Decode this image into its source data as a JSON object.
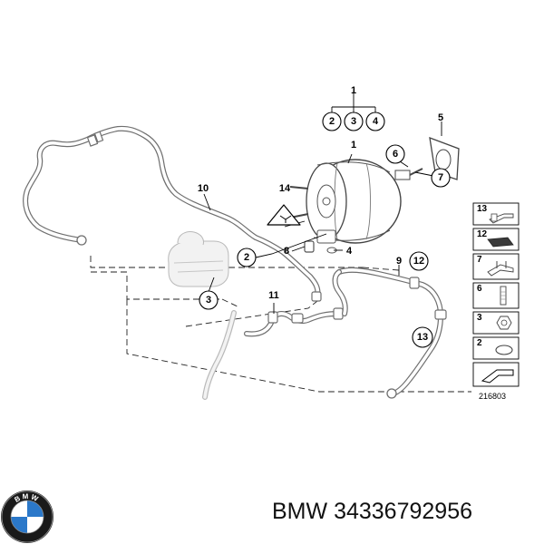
{
  "diagram": {
    "callouts": {
      "c1_top": "1",
      "c2_sub": "2",
      "c3_sub": "3",
      "c4_sub": "4",
      "c5": "5",
      "c1_booster": "1",
      "c6": "6",
      "c7": "7",
      "c10": "10",
      "c14": "14",
      "c2": "2",
      "c8": "8",
      "c4": "4",
      "c3": "3",
      "c11": "11",
      "c9": "9",
      "c12": "12",
      "c13": "13"
    },
    "legend": [
      "13",
      "12",
      "7",
      "6",
      "3",
      "2"
    ],
    "drawing_number": "216803"
  },
  "caption": {
    "brand": "BMW",
    "part_number": "34336792956",
    "logo_letters": "BMW"
  },
  "colors": {
    "line": "#000000",
    "pipe": "#6f6f6f",
    "ghost": "#b9b9b9",
    "logo_blue": "#2b78c9"
  }
}
